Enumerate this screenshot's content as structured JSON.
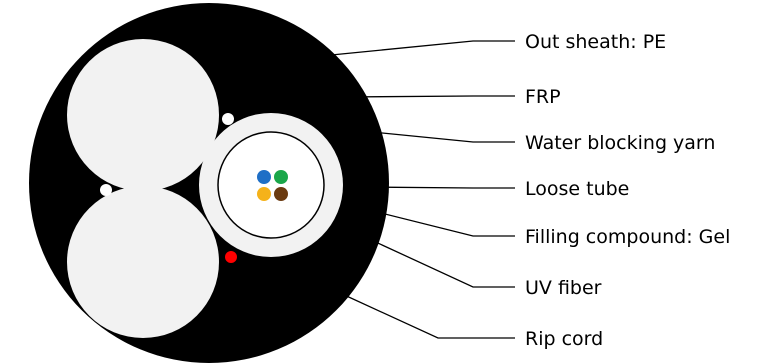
{
  "labels": {
    "out_sheath": "Out sheath: PE",
    "frp": "FRP",
    "water_blocking_yarn": "Water blocking yarn",
    "loose_tube": "Loose tube",
    "filling_compound": "Filling compound: Gel",
    "uv_fiber": "UV fiber",
    "rip_cord": "Rip cord"
  },
  "colors": {
    "sheath": "#000000",
    "frp": "#f2f2f2",
    "water_blocking_yarn": "#ffffff",
    "loose_tube": "#f2f2f2",
    "gel": "#ffffff",
    "rip_cord": "#ff0000",
    "fiber_blue": "#1f6fc6",
    "fiber_green": "#1aa64a",
    "fiber_orange": "#f5b21a",
    "fiber_brown": "#6b3a10",
    "leader_line": "#000000"
  }
}
